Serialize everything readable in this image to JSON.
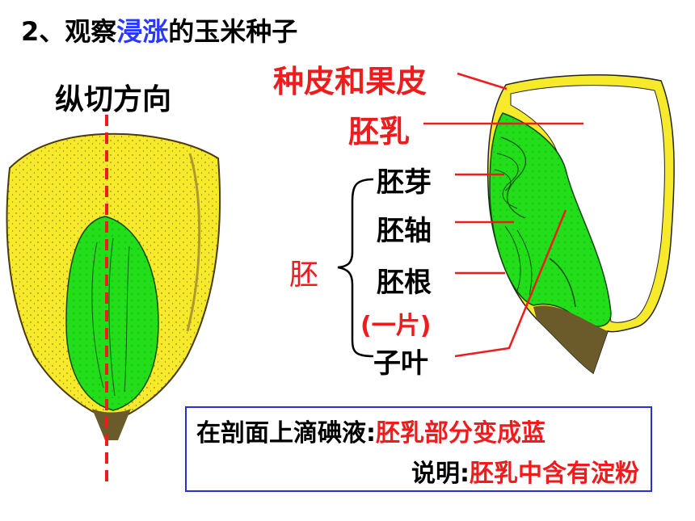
{
  "title": {
    "number": "2、观察",
    "highlight": "浸涨",
    "rest": "的玉米种子"
  },
  "left": {
    "cut_label": "纵切方向"
  },
  "right": {
    "labels": {
      "seed_coat": "种皮和果皮",
      "endosperm": "胚乳",
      "plumule": "胚芽",
      "hypocotyl": "胚轴",
      "radicle": "胚根",
      "one_piece": "(一片)",
      "cotyledon": "子叶",
      "embryo": "胚"
    }
  },
  "note": {
    "line1_label": "在剖面上滴碘液:",
    "line1_value": "胚乳部分变成蓝",
    "line2_label": "说明:",
    "line2_value": "胚乳中含有淀粉"
  },
  "colors": {
    "yellow": "#f7ea2a",
    "green": "#22dd1a",
    "brown": "#6b5a2a",
    "red": "#ee1c1c",
    "blue": "#2b38ff",
    "box_border": "#2a2fd6"
  }
}
